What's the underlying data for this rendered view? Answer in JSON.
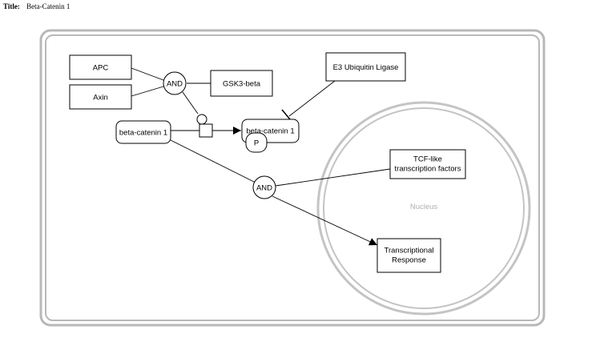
{
  "title_label": "Title:",
  "title": "Beta-Catenin 1",
  "compartments": {
    "cell": "",
    "nucleus": "Nucleus"
  },
  "nodes": {
    "apc": "APC",
    "axin": "Axin",
    "gsk3b": "GSK3-beta",
    "and_top": "AND",
    "beta_catenin": "beta-catenin 1",
    "beta_catenin_p": "beta-catenin 1",
    "phospho": "P",
    "e3": "E3 Ubiquitin Ligase",
    "and_bottom": "AND",
    "tcf_line1": "TCF-like",
    "tcf_line2": "transcription factors",
    "resp_line1": "Transcriptional",
    "resp_line2": "Response"
  },
  "colors": {
    "compartment_border": "#b8b8b8",
    "nucleus_label": "#b0b0b0",
    "stroke": "#000000"
  }
}
